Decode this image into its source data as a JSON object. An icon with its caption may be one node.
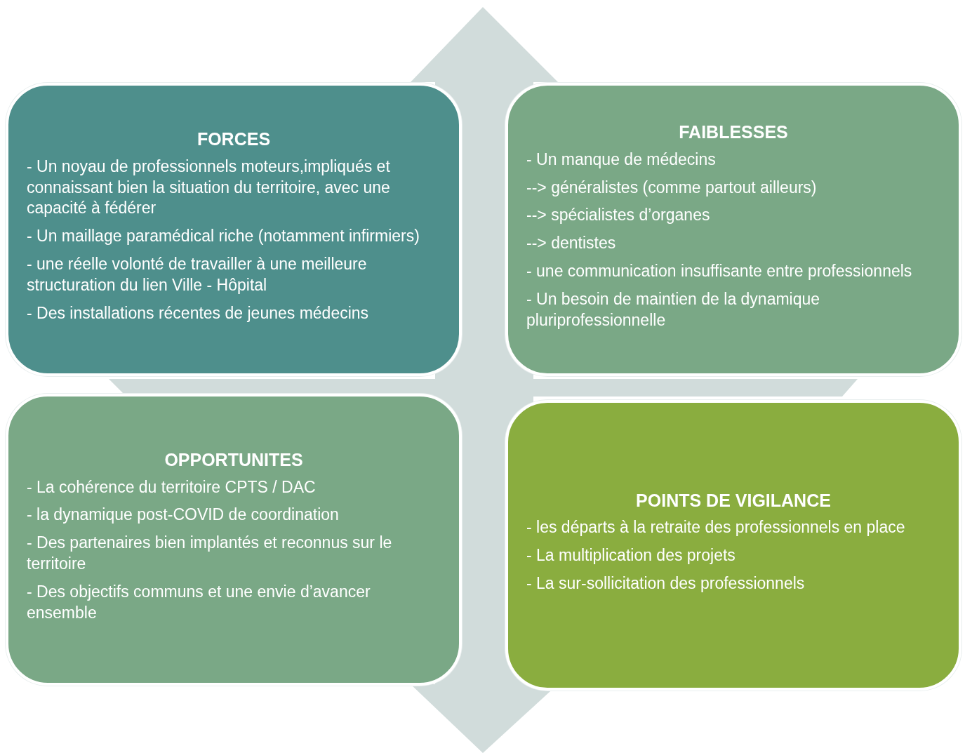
{
  "diagram": {
    "nodes": [
      {
        "text": [
          "FORCES",
          "- Un noyau de professionnels moteurs,impliqués et connaissant bien la situation du territoire, avec une capacité à fédérer",
          "- Un maillage paramédical riche (notamment infirmiers)",
          "- une réelle volonté de travailler à une meilleure structuration du lien Ville - Hôpital",
          "- Des installations récentes de jeunes médecins"
        ]
      },
      {
        "text": [
          "FAIBLESSES",
          "- Un manque de médecins",
          "--> généralistes (comme partout ailleurs)",
          "--> spécialistes d’organes",
          "--> dentistes",
          "- une communication insuffisante entre professionnels",
          "- Un besoin de maintien de la dynamique pluriprofessionnelle"
        ]
      },
      {
        "text": [
          "OPPORTUNITES",
          "- La cohérence du territoire CPTS / DAC",
          "- la dynamique post-COVID de coordination",
          "- Des partenaires bien implantés et reconnus sur le territoire",
          "- Des objectifs communs et une envie d’avancer ensemble"
        ]
      },
      {
        "text": [
          "POINTS DE VIGILANCE",
          "- les départs à la retraite des professionnels en place",
          "- La multiplication des projets",
          "- La sur-sollicitation des professionnels"
        ]
      }
    ],
    "edges": []
  }
}
